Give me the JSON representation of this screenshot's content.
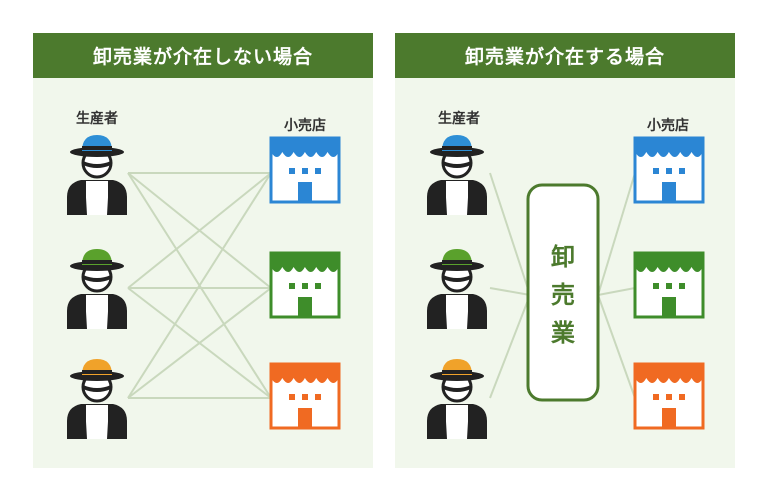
{
  "left_panel": {
    "title": "卸売業が介在しない場合",
    "producer_label": "生産者",
    "retailer_label": "小売店"
  },
  "right_panel": {
    "title": "卸売業が介在する場合",
    "producer_label": "生産者",
    "retailer_label": "小売店",
    "wholesaler_chars": [
      "卸",
      "売",
      "業"
    ]
  },
  "colors": {
    "header_green": "#4c7a2d",
    "panel_bg": "#f1f7ec",
    "line": "#c9d8bd",
    "hat_blue": "#2e8fd6",
    "hat_green": "#5aa12c",
    "hat_orange": "#f0a22a",
    "store_blue": "#2b86d4",
    "store_green": "#3e8d2a",
    "store_orange": "#f06a22"
  },
  "icons": {
    "producer": "farmer-icon",
    "retailer": "store-icon"
  }
}
